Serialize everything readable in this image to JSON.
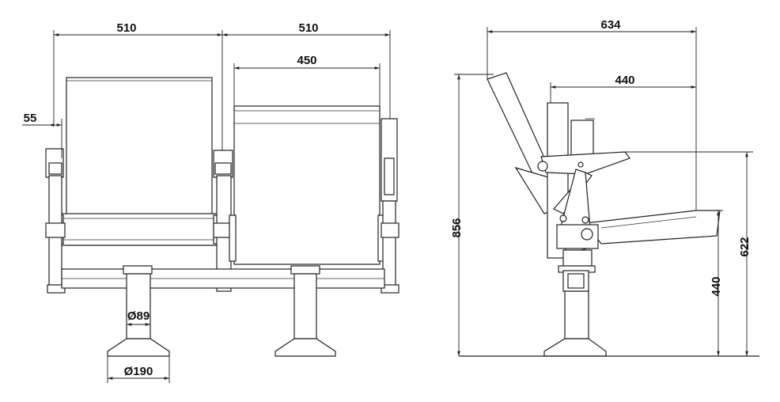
{
  "front_view": {
    "dim_seat_width_left": "510",
    "dim_seat_width_right": "510",
    "dim_back_width": "450",
    "dim_armrest": "55",
    "dim_post_diameter": "Ø89",
    "dim_base_diameter": "Ø190"
  },
  "side_view": {
    "dim_overall_depth": "634",
    "dim_seat_depth": "440",
    "dim_overall_height": "856",
    "dim_armrest_height": "622",
    "dim_seat_height": "440"
  }
}
